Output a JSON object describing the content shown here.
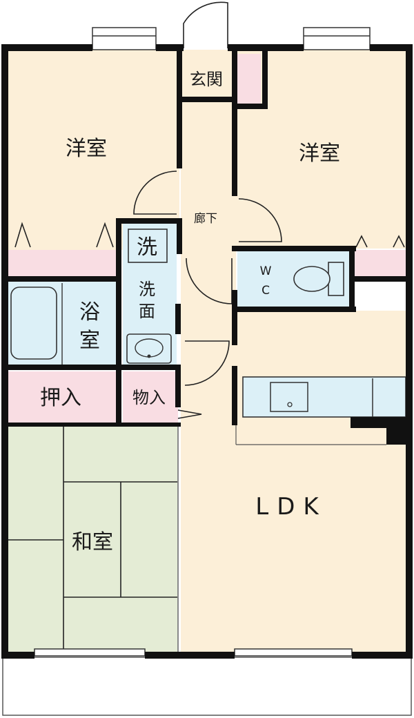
{
  "rooms": {
    "western_1": "洋室",
    "western_2": "洋室",
    "entrance": "玄関",
    "hallway": "廊下",
    "wash": "洗",
    "washroom_1": "洗",
    "washroom_2": "面",
    "bath_1": "浴",
    "bath_2": "室",
    "wc_1": "W",
    "wc_2": "C",
    "closet_oshiire": "押入",
    "storage": "物入",
    "japanese": "和室",
    "ldk": "LDK"
  },
  "colors": {
    "floor_beige": "#fcefd8",
    "tatami_green": "#e4ecd5",
    "water_blue": "#dcf0f7",
    "closet_pink": "#f9dde3",
    "wall": "#111111"
  }
}
